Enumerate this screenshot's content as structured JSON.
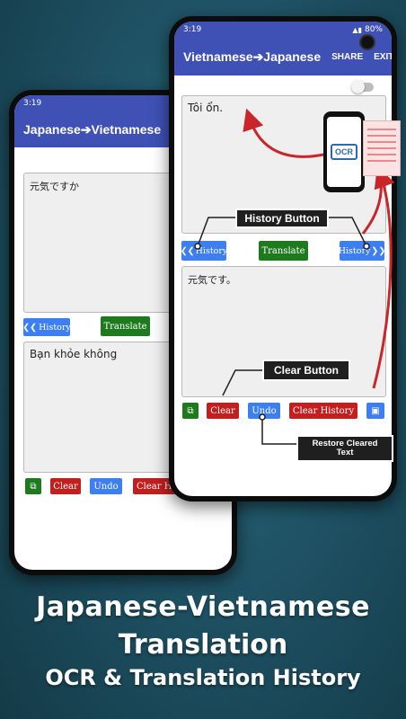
{
  "colors": {
    "appbar": "#3f51b5",
    "accent_blue": "#3d7ff0",
    "accent_green": "#1d7a1d",
    "accent_red": "#c21f1f",
    "arrow": "#c9262a"
  },
  "back_phone": {
    "status_time": "3:19",
    "title": "Japanese➔Vietnamese",
    "input_text": "元気ですか",
    "history_label": "History",
    "translate_label": "Translate",
    "output_text": "Bạn khỏe không",
    "clear_label": "Clear",
    "undo_label": "Undo",
    "clear_history_label": "Clear H"
  },
  "front_phone": {
    "status_time": "3:19",
    "battery": "80%",
    "title": "Vietnamese➔Japanese",
    "share_label": "SHARE",
    "exit_label": "EXIT",
    "input_text": "Tôi ổn.",
    "history_left_label": "History",
    "translate_label": "Translate",
    "history_right_label": "History",
    "output_text": "元気です。",
    "clear_label": "Clear",
    "undo_label": "Undo",
    "clear_history_label": "Clear History"
  },
  "callouts": {
    "history_button": "History Button",
    "clear_button": "Clear Button",
    "restore_cleared": "Restore Cleared Text",
    "ocr": "OCR"
  },
  "headline": {
    "line1": "Japanese-Vietnamese",
    "line2": "Translation",
    "line3": "OCR & Translation History"
  }
}
